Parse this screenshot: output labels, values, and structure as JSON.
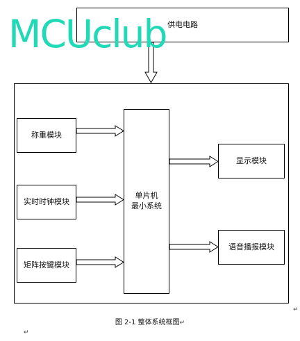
{
  "diagram": {
    "power_box": {
      "label": "供电电路"
    },
    "left_modules": [
      {
        "label": "称重模块"
      },
      {
        "label": "实时时钟模块"
      },
      {
        "label": "矩阵按键模块"
      }
    ],
    "mcu": {
      "line1": "单片机",
      "line2": "最小系统"
    },
    "right_modules": [
      {
        "label": "显示模块"
      },
      {
        "label": "语音播报模块"
      }
    ],
    "caption": "图 2-1 整体系统框图",
    "paragraph_mark": "↵"
  },
  "watermark": {
    "text": "MCUclub",
    "color": "#21d9b6"
  }
}
